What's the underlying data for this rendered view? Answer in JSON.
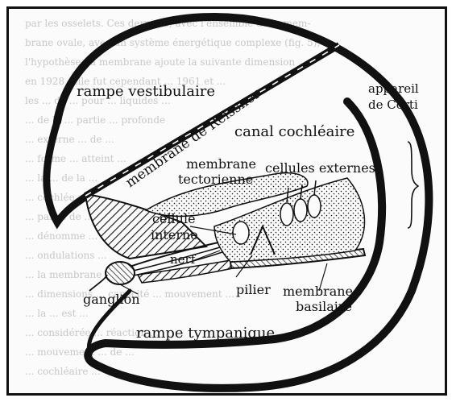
{
  "figure": {
    "labels": {
      "rampe_vestibulaire": "rampe vestibulaire",
      "membrane_reissner": "membrane de Reissner",
      "canal_cochleaire": "canal cochléaire",
      "appareil_corti_line1": "appareil",
      "appareil_corti_line2": "de Corti",
      "membrane_tectorienne_line1": "membrane",
      "membrane_tectorienne_line2": "tectorienne",
      "cellules_externes": "cellules externes",
      "cellule_interne_line1": "cellule",
      "cellule_interne_line2": "interne",
      "nerf": "nerf",
      "ganglion": "ganglion",
      "pilier": "pilier",
      "membrane_basilaire_line1": "membrane",
      "membrane_basilaire_line2": "basilaire",
      "rampe_tympanique": "rampe tympanique"
    },
    "background_text_lines": [
      "par les osselets. Ces derniers, avec l'ensemble de la mem-",
      "brane ovale, avec un système énergétique complexe (fig. 5),",
      "l'hypothèse, la membrane ajoute la suivante dimension",
      "en 1928. Elle fut cependant ... 1961 et ... ",
      "les ... de ... pour ... liquides ...",
      "... de la ... partie ... profonde",
      "... externe ... de ... ",
      "... forme ... atteint ...",
      "... la ... de la ... ",
      "... cochlée ... ",
      "... par ... de ... ",
      "... dénomme ... ",
      "... ondulations ...",
      "... la membrane ... ",
      "... dimensions ... capacité ... mouvement ...",
      "... la ... est ... ",
      "... considérée ... réaction ... ",
      "... mouvement ... de ... ",
      "... cochléaire ... "
    ],
    "colors": {
      "ink": "#111111",
      "background": "#fbfbfb",
      "ghost_text": "#c8c8c8"
    }
  }
}
